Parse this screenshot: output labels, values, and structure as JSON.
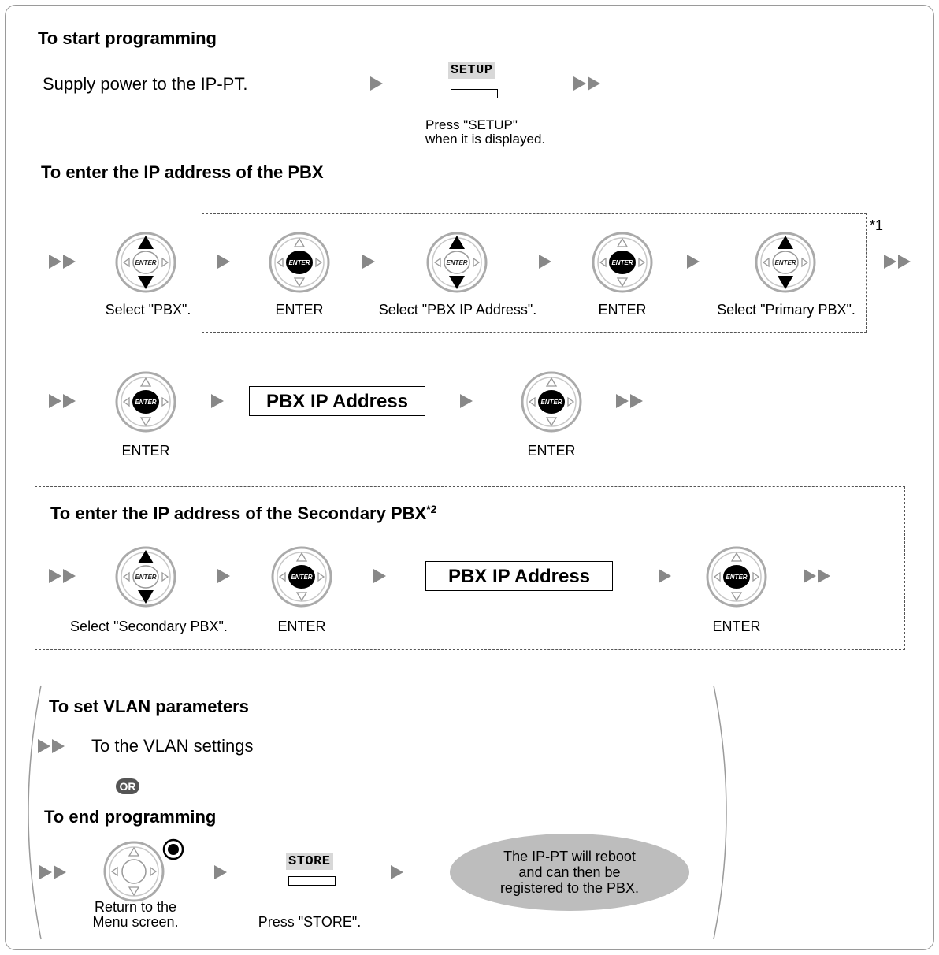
{
  "start": {
    "heading": "To start programming",
    "instruction": "Supply power to the IP-PT.",
    "setup_key_label": "SETUP",
    "setup_caption_line1": "Press \"SETUP\"",
    "setup_caption_line2": "when it is displayed."
  },
  "pbx": {
    "heading": "To enter the IP address of the PBX",
    "footnote": "*1",
    "row1_captions": [
      "Select \"PBX\".",
      "ENTER",
      "Select \"PBX IP Address\".",
      "ENTER",
      "Select \"Primary PBX\"."
    ],
    "row2_caption_left": "ENTER",
    "row2_caption_right": "ENTER",
    "address_box": "PBX IP Address"
  },
  "secondary": {
    "heading": "To enter the IP address of the Secondary PBX",
    "heading_sup": "*2",
    "captions": [
      "Select \"Secondary PBX\".",
      "ENTER",
      "ENTER"
    ],
    "address_box": "PBX IP Address"
  },
  "vlan": {
    "heading": "To set VLAN parameters",
    "instruction": "To the VLAN settings",
    "or_badge": "OR",
    "end_heading": "To end programming",
    "return_caption_line1": "Return to the",
    "return_caption_line2": "Menu screen.",
    "store_key_label": "STORE",
    "store_caption": "Press \"STORE\".",
    "reboot_line1": "The IP-PT will reboot",
    "reboot_line2": "and can then be",
    "reboot_line3": "registered to the PBX."
  },
  "key_labels": {
    "enter": "ENTER"
  },
  "colors": {
    "arrow": "#888888",
    "frame": "#9a9a9a",
    "key_label_bg": "#d8d8d8",
    "ellipse": "#bdbdbd",
    "badge": "#555555"
  }
}
